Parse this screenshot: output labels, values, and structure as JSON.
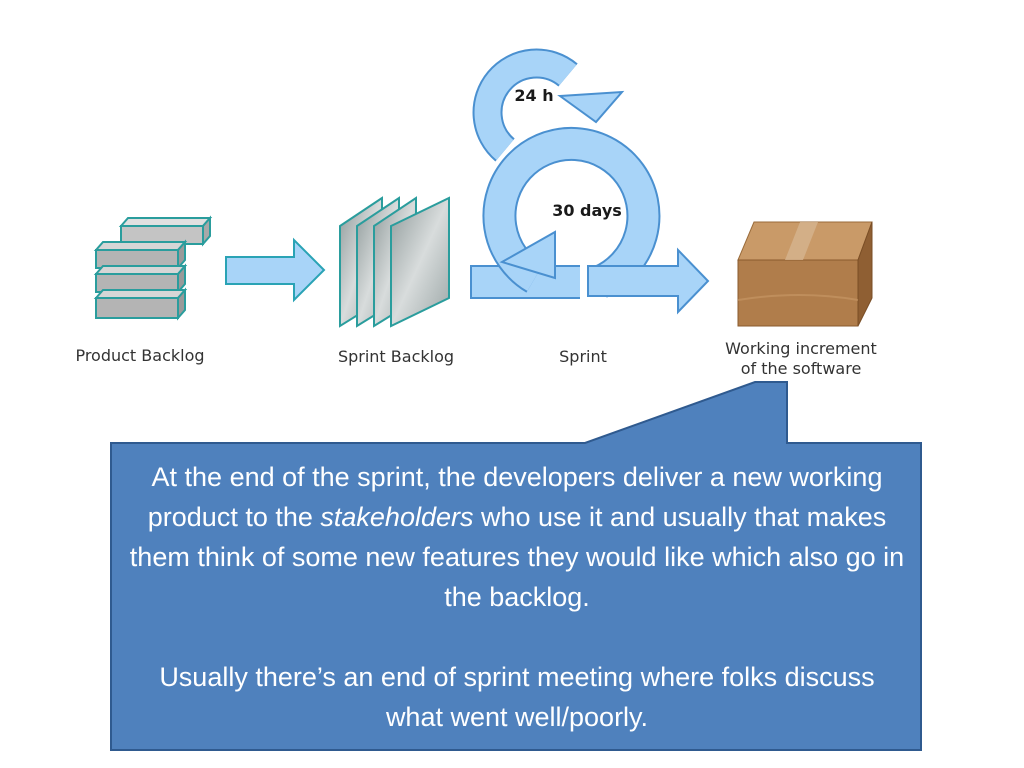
{
  "diagram": {
    "stages": [
      {
        "label": "Product Backlog"
      },
      {
        "label": "Sprint Backlog"
      },
      {
        "label": "Sprint"
      },
      {
        "label_line1": "Working increment",
        "label_line2": "of the software"
      }
    ],
    "loops": {
      "daily": "24 h",
      "sprint": "30 days"
    }
  },
  "callout": {
    "para1_before": "At the end of the sprint, the developers deliver a new working product to the ",
    "para1_emphasis": "stakeholders",
    "para1_after": " who use it and usually that makes them think of some new features they would like which also go in the backlog.",
    "para2": "Usually there’s an end of sprint meeting where folks discuss what went well/poorly."
  },
  "colors": {
    "arrow_fill": "#a8d4f8",
    "arrow_stroke": "#4a90d0",
    "callout_fill": "#4f81bd",
    "callout_stroke": "#2f5a8f",
    "box_fill": "#b07d4b"
  }
}
